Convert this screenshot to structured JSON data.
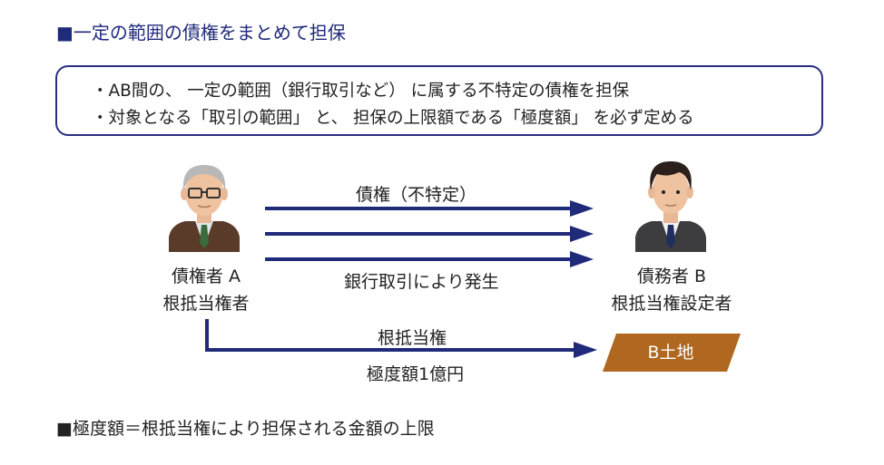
{
  "title": "■一定の範囲の債権をまとめて担保",
  "summary": {
    "line1": "・AB間の、 一定の範囲（銀行取引など） に属する不特定の債権を担保",
    "line2": "・対象となる「取引の範囲」 と、 担保の上限額である「極度額」 を必ず定める"
  },
  "creditor": {
    "line1": "債権者 A",
    "line2": "根抵当権者"
  },
  "debtor": {
    "line1": "債務者 B",
    "line2": "根抵当権設定者"
  },
  "arrows": {
    "top_label": "債権（不特定）",
    "middle_label": "銀行取引により発生",
    "mortgage_label": "根抵当権",
    "limit_label": "極度額1億円"
  },
  "land": {
    "label": "B土地",
    "color": "#b0671f"
  },
  "footer": "■極度額＝根抵当権により担保される金額の上限",
  "colors": {
    "accent": "#1f2a7a",
    "arrow": "#1f2a7a"
  }
}
